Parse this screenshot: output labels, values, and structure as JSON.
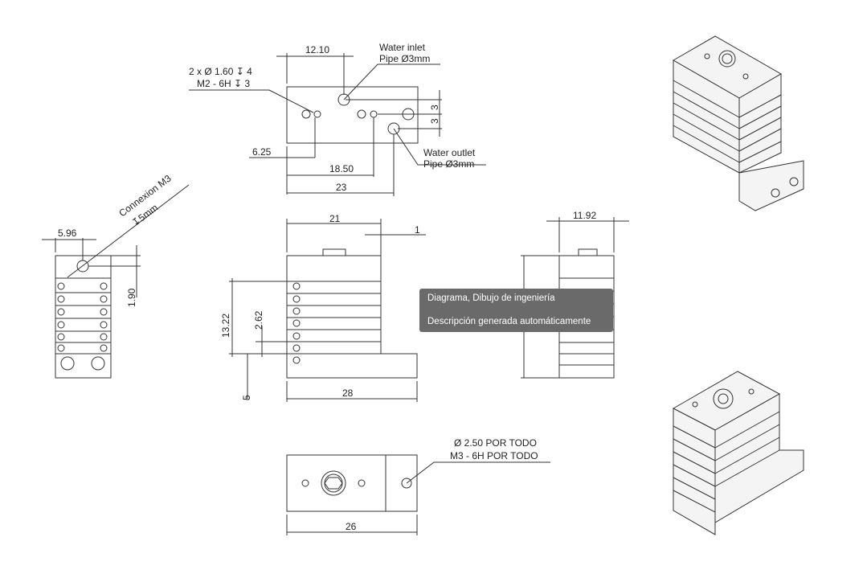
{
  "drawing": {
    "top_view": {
      "dim_12_10": "12.10",
      "water_inlet": "Water inlet",
      "water_inlet_pipe": "Pipe Ø3mm",
      "holes_note_1": "2 x Ø 1.60 ↧ 4",
      "holes_note_2": "M2 - 6H ↧ 3",
      "dim_3a": "3",
      "dim_3b": "3",
      "dim_6_25": "6.25",
      "water_outlet": "Water outlet",
      "water_outlet_pipe": "Pipe Ø3mm",
      "dim_18_50": "18.50",
      "dim_23": "23"
    },
    "left_view": {
      "connexion": "Connexion M3",
      "connexion_depth": "↧5mm",
      "dim_5_96": "5.96",
      "dim_1_90": "1.90"
    },
    "front_view": {
      "dim_21": "21",
      "dim_1": "1",
      "dim_13_22": "13.22",
      "dim_2_62": "2.62",
      "dim_5": "5",
      "dim_28": "28"
    },
    "side_view": {
      "dim_11_92": "11.92"
    },
    "bottom_view": {
      "note_1": "Ø 2.50 POR TODO",
      "note_2": "M3 - 6H POR TODO",
      "dim_26": "26"
    }
  },
  "tooltip": {
    "title": "Diagrama, Dibujo de ingeniería",
    "description": "Descripción generada automáticamente"
  }
}
